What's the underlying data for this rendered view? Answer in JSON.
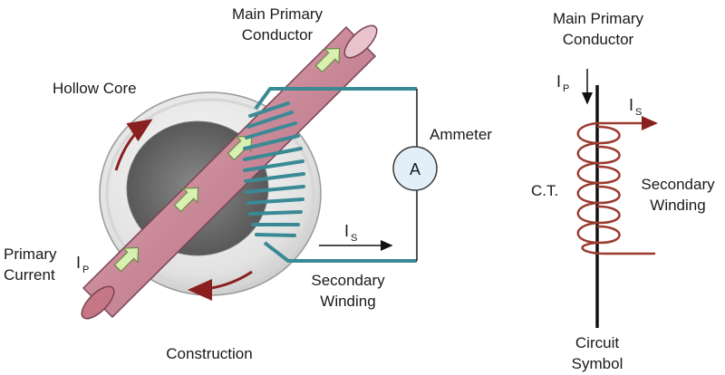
{
  "construction": {
    "title": "Construction",
    "main_primary_line1": "Main Primary",
    "main_primary_line2": "Conductor",
    "hollow_core": "Hollow Core",
    "ammeter": "Ammeter",
    "ammeter_symbol": "A",
    "primary_current_line1": "Primary",
    "primary_current_line2": "Current",
    "ip_main": "I",
    "ip_sub": "P",
    "is_main": "I",
    "is_sub": "S",
    "secondary_line1": "Secondary",
    "secondary_line2": "Winding"
  },
  "symbol": {
    "main_primary_line1": "Main Primary",
    "main_primary_line2": "Conductor",
    "ip_main": "I",
    "ip_sub": "P",
    "is_main": "I",
    "is_sub": "S",
    "ct": "C.T.",
    "secondary_line1": "Secondary",
    "secondary_line2": "Winding",
    "circuit_line1": "Circuit",
    "circuit_line2": "Symbol"
  },
  "colors": {
    "conductor": "#c98898",
    "winding": "#3a8a96",
    "coil": "#9b3a2e",
    "arrow_fill": "#d8f0b0",
    "core_outer": "#e8e8e8",
    "core_inner": "#6a6a6a"
  }
}
